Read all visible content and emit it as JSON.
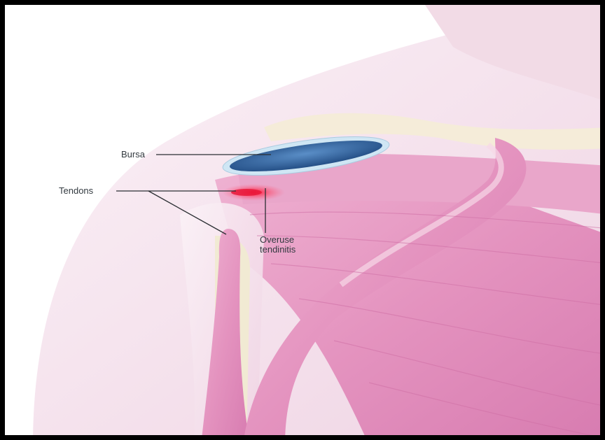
{
  "labels": {
    "bursa": "Bursa",
    "tendons": "Tendons",
    "tendinitis_line1": "Overuse",
    "tendinitis_line2": "tendinitis"
  },
  "colors": {
    "frame": "#000000",
    "skin": "#f6e6f0",
    "muscle": "#e89cc4",
    "muscle_dark": "#cf6fa5",
    "bone": "#f1ead3",
    "bursa_fill": "#3f78b4",
    "bursa_rim": "#cfe6f4",
    "inflammation": "#e8183a",
    "leader_line": "#2b2f33"
  }
}
